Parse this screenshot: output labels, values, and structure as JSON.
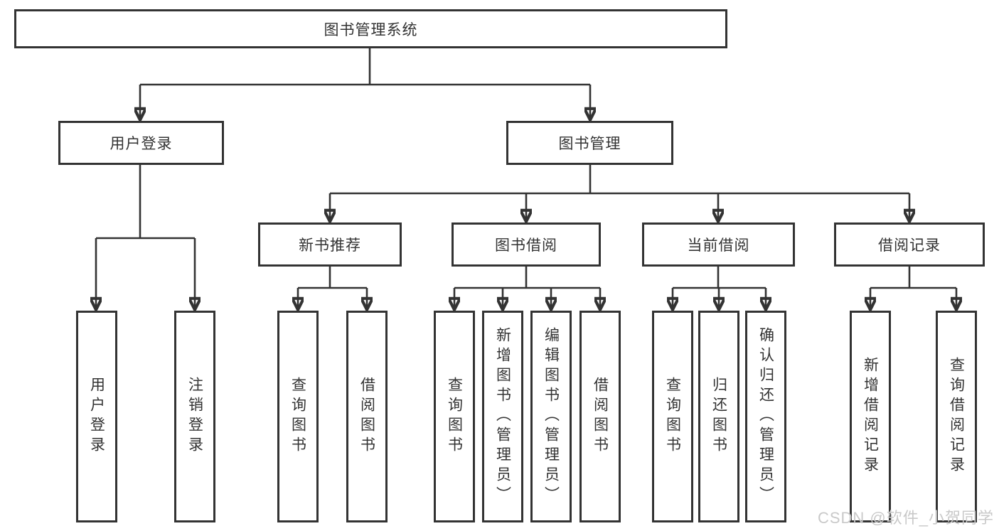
{
  "diagram": {
    "title": "图书管理系统",
    "level2": {
      "user_login": "用户登录",
      "book_management": "图书管理"
    },
    "level3": {
      "new_book_recommend": "新书推荐",
      "book_borrow": "图书借阅",
      "current_borrow": "当前借阅",
      "borrow_records": "借阅记录"
    },
    "leaves": {
      "user_login": [
        "用户登录",
        "注销登录"
      ],
      "new_book_recommend": [
        "查询图书",
        "借阅图书"
      ],
      "book_borrow": [
        "查询图书",
        "新增图书（管理员）",
        "编辑图书（管理员）",
        "借阅图书"
      ],
      "current_borrow": [
        "查询图书",
        "归还图书",
        "确认归还（管理员）"
      ],
      "borrow_records": [
        "新增借阅记录",
        "查询借阅记录"
      ]
    }
  },
  "watermark": "CSDN @软件_小贺同学",
  "colors": {
    "line": "#333333",
    "text": "#333333",
    "watermark": "#c9c9c9",
    "background": "#ffffff"
  }
}
